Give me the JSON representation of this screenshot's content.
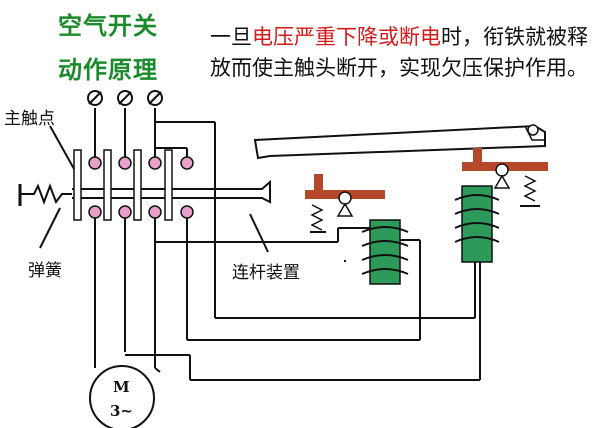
{
  "title": {
    "line1": "空气开关",
    "line2": "动作原理"
  },
  "description": {
    "part1": "一旦",
    "highlight": "电压严重下降或断电",
    "part2": "时，衔铁就被释放而使主触头断开，实现欠压保护作用。"
  },
  "labels": {
    "main_contact": "主触点",
    "spring": "弹簧",
    "linkage": "连杆装置"
  },
  "motor": {
    "letter": "M",
    "phase": "3~"
  },
  "colors": {
    "title_green": "#1a8a2a",
    "highlight_red": "#d41a1a",
    "contact_pink": "#e8a0c8",
    "coil_green": "#2e9a5a",
    "armature_brown": "#b5472b"
  }
}
